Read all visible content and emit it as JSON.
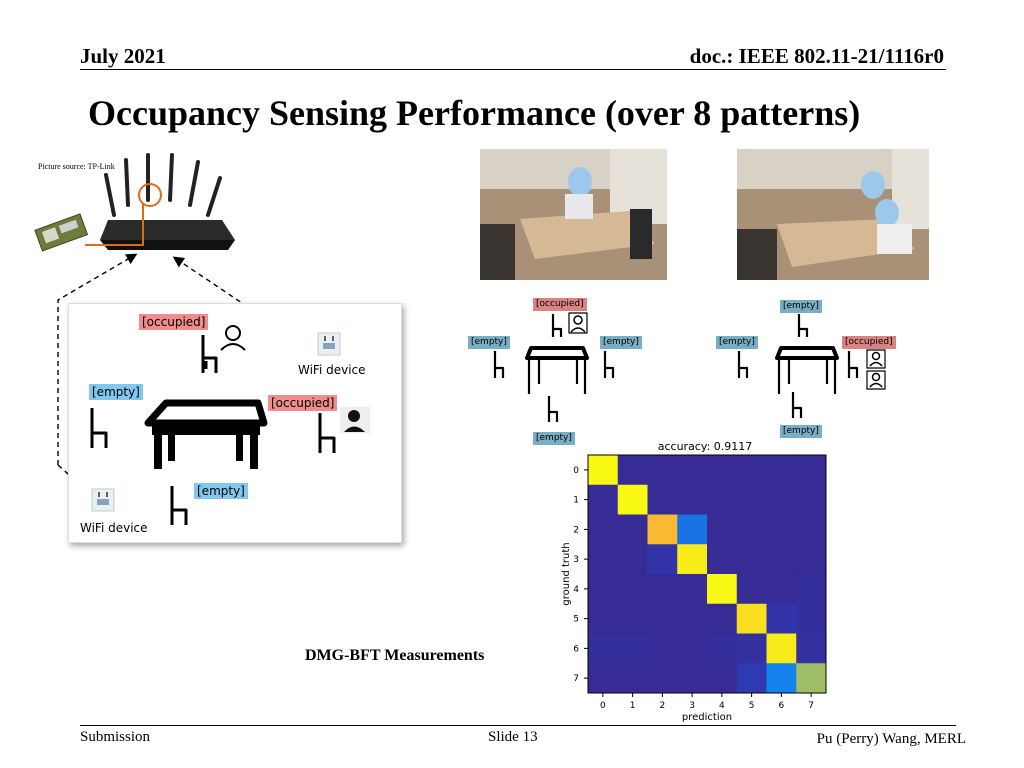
{
  "header": {
    "date": "July 2021",
    "doc": "doc.: IEEE 802.11-21/1116r0"
  },
  "title": "Occupancy Sensing Performance (over 8 patterns)",
  "picture_source": "Picture source: TP-Link",
  "left_scene": {
    "label_occupied_1": "[occupied]",
    "label_occupied_2": "[occupied]",
    "label_empty_1": "[empty]",
    "label_empty_2": "[empty]",
    "wifi_device_1": "WiFi device",
    "wifi_device_2": "WiFi device"
  },
  "layout_left": {
    "occupied": "[occupied]",
    "empty_left": "[empty]",
    "empty_right": "[empty]",
    "empty_bottom": "[empty]"
  },
  "layout_right": {
    "empty_top": "[empty]",
    "empty_left": "[empty]",
    "occupied_right": "[occupied]",
    "empty_bottom": "[empty]"
  },
  "caption": "DMG-BFT Measurements",
  "chart_data": {
    "type": "heatmap",
    "title": "accuracy: 0.9117",
    "xlabel": "prediction",
    "ylabel": "ground truth",
    "x_ticks": [
      "0",
      "1",
      "2",
      "3",
      "4",
      "5",
      "6",
      "7"
    ],
    "y_ticks": [
      "0",
      "1",
      "2",
      "3",
      "4",
      "5",
      "6",
      "7"
    ],
    "values": [
      [
        1.0,
        0.0,
        0.0,
        0.0,
        0.0,
        0.0,
        0.0,
        0.0
      ],
      [
        0.0,
        1.0,
        0.0,
        0.0,
        0.0,
        0.0,
        0.0,
        0.0
      ],
      [
        0.0,
        0.0,
        0.75,
        0.3,
        0.0,
        0.0,
        0.0,
        0.0
      ],
      [
        0.0,
        0.0,
        0.05,
        0.95,
        0.0,
        0.0,
        0.0,
        0.0
      ],
      [
        0.0,
        0.0,
        0.0,
        0.0,
        1.0,
        0.0,
        0.0,
        0.02
      ],
      [
        0.0,
        0.0,
        0.0,
        0.0,
        0.0,
        0.9,
        0.05,
        0.02
      ],
      [
        0.02,
        0.02,
        0.0,
        0.0,
        0.02,
        0.03,
        0.95,
        0.03
      ],
      [
        0.0,
        0.0,
        0.0,
        0.0,
        0.0,
        0.08,
        0.35,
        0.6
      ]
    ]
  },
  "footer": {
    "left": "Submission",
    "center": "Slide 13",
    "right": "Pu (Perry) Wang, MERL"
  }
}
